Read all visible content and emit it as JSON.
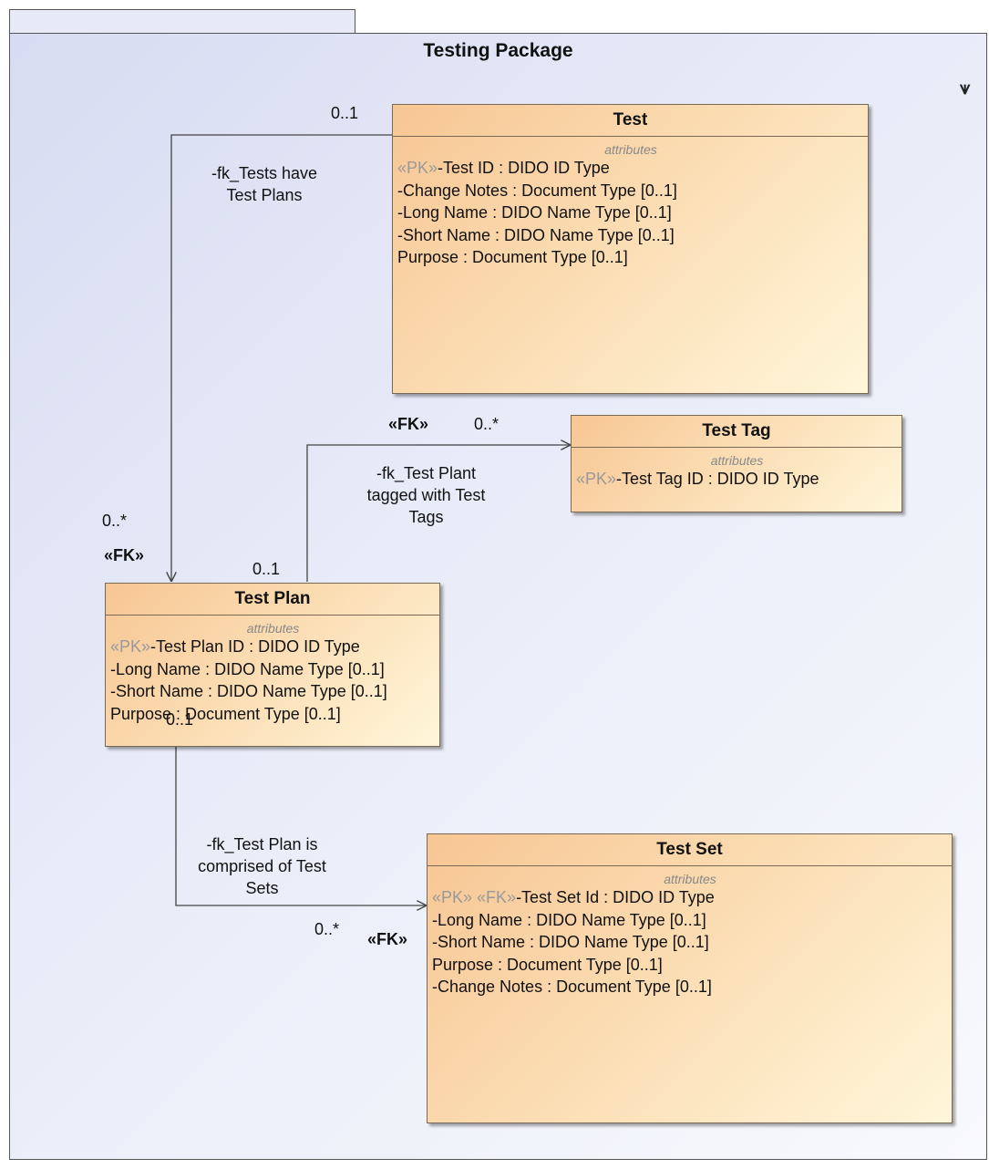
{
  "package": {
    "title": "Testing Package",
    "icon": "package-structure-icon"
  },
  "classes": {
    "test": {
      "name": "Test",
      "compartment": "attributes",
      "attrs": [
        {
          "stereo": "«PK»",
          "name": "-Test ID",
          "type": " : DIDO ID Type"
        },
        {
          "stereo": "",
          "name": "-Change Notes",
          "type": " : Document Type [0..1]"
        },
        {
          "stereo": "",
          "name": "-Long Name",
          "type": " : DIDO Name Type [0..1]"
        },
        {
          "stereo": "",
          "name": "-Short Name",
          "type": " : DIDO Name Type [0..1]"
        },
        {
          "stereo": "",
          "name": " Purpose",
          "type": " : Document Type [0..1]"
        }
      ]
    },
    "test_tag": {
      "name": "Test Tag",
      "compartment": "attributes",
      "attrs": [
        {
          "stereo": "«PK»",
          "name": "-Test Tag ID",
          "type": " : DIDO ID Type"
        }
      ]
    },
    "test_plan": {
      "name": "Test Plan",
      "compartment": "attributes",
      "attrs": [
        {
          "stereo": "«PK»",
          "name": "-Test Plan ID",
          "type": " : DIDO ID Type"
        },
        {
          "stereo": "",
          "name": "-Long Name",
          "type": " : DIDO Name Type [0..1]"
        },
        {
          "stereo": "",
          "name": "-Short Name",
          "type": " : DIDO Name Type [0..1]"
        },
        {
          "stereo": "",
          "name": " Purpose",
          "type": " : Document Type [0..1]"
        }
      ]
    },
    "test_set": {
      "name": "Test Set",
      "compartment": "attributes",
      "attrs": [
        {
          "stereo": "«PK» «FK»",
          "name": "-Test Set Id",
          "type": " : DIDO ID Type"
        },
        {
          "stereo": "",
          "name": "-Long Name",
          "type": " : DIDO Name Type [0..1]"
        },
        {
          "stereo": "",
          "name": "-Short Name",
          "type": " : DIDO Name Type [0..1]"
        },
        {
          "stereo": "",
          "name": " Purpose",
          "type": " : Document Type [0..1]"
        },
        {
          "stereo": "",
          "name": "-Change Notes",
          "type": " : Document Type [0..1]"
        }
      ]
    }
  },
  "associations": {
    "tests_plans": {
      "name": "-fk_Tests have\nTest Plans",
      "source_mult": "0..1",
      "target_mult": "0..*",
      "target_role": "«FK»"
    },
    "plan_tags": {
      "name": "-fk_Test Plant\ntagged with Test\nTags",
      "source_mult": "0..1",
      "target_mult": "0..*",
      "target_role": "«FK»"
    },
    "plan_sets": {
      "name": "-fk_Test Plan is\ncomprised of Test\nSets",
      "source_mult": "0..1",
      "target_mult": "0..*",
      "target_role": "«FK»"
    }
  },
  "colors": {
    "class_fill_start": "#f7c694",
    "class_fill_end": "#fff6da",
    "package_fill": "#dfe3f5",
    "line": "#444444",
    "stereotype_text": "#999999"
  }
}
